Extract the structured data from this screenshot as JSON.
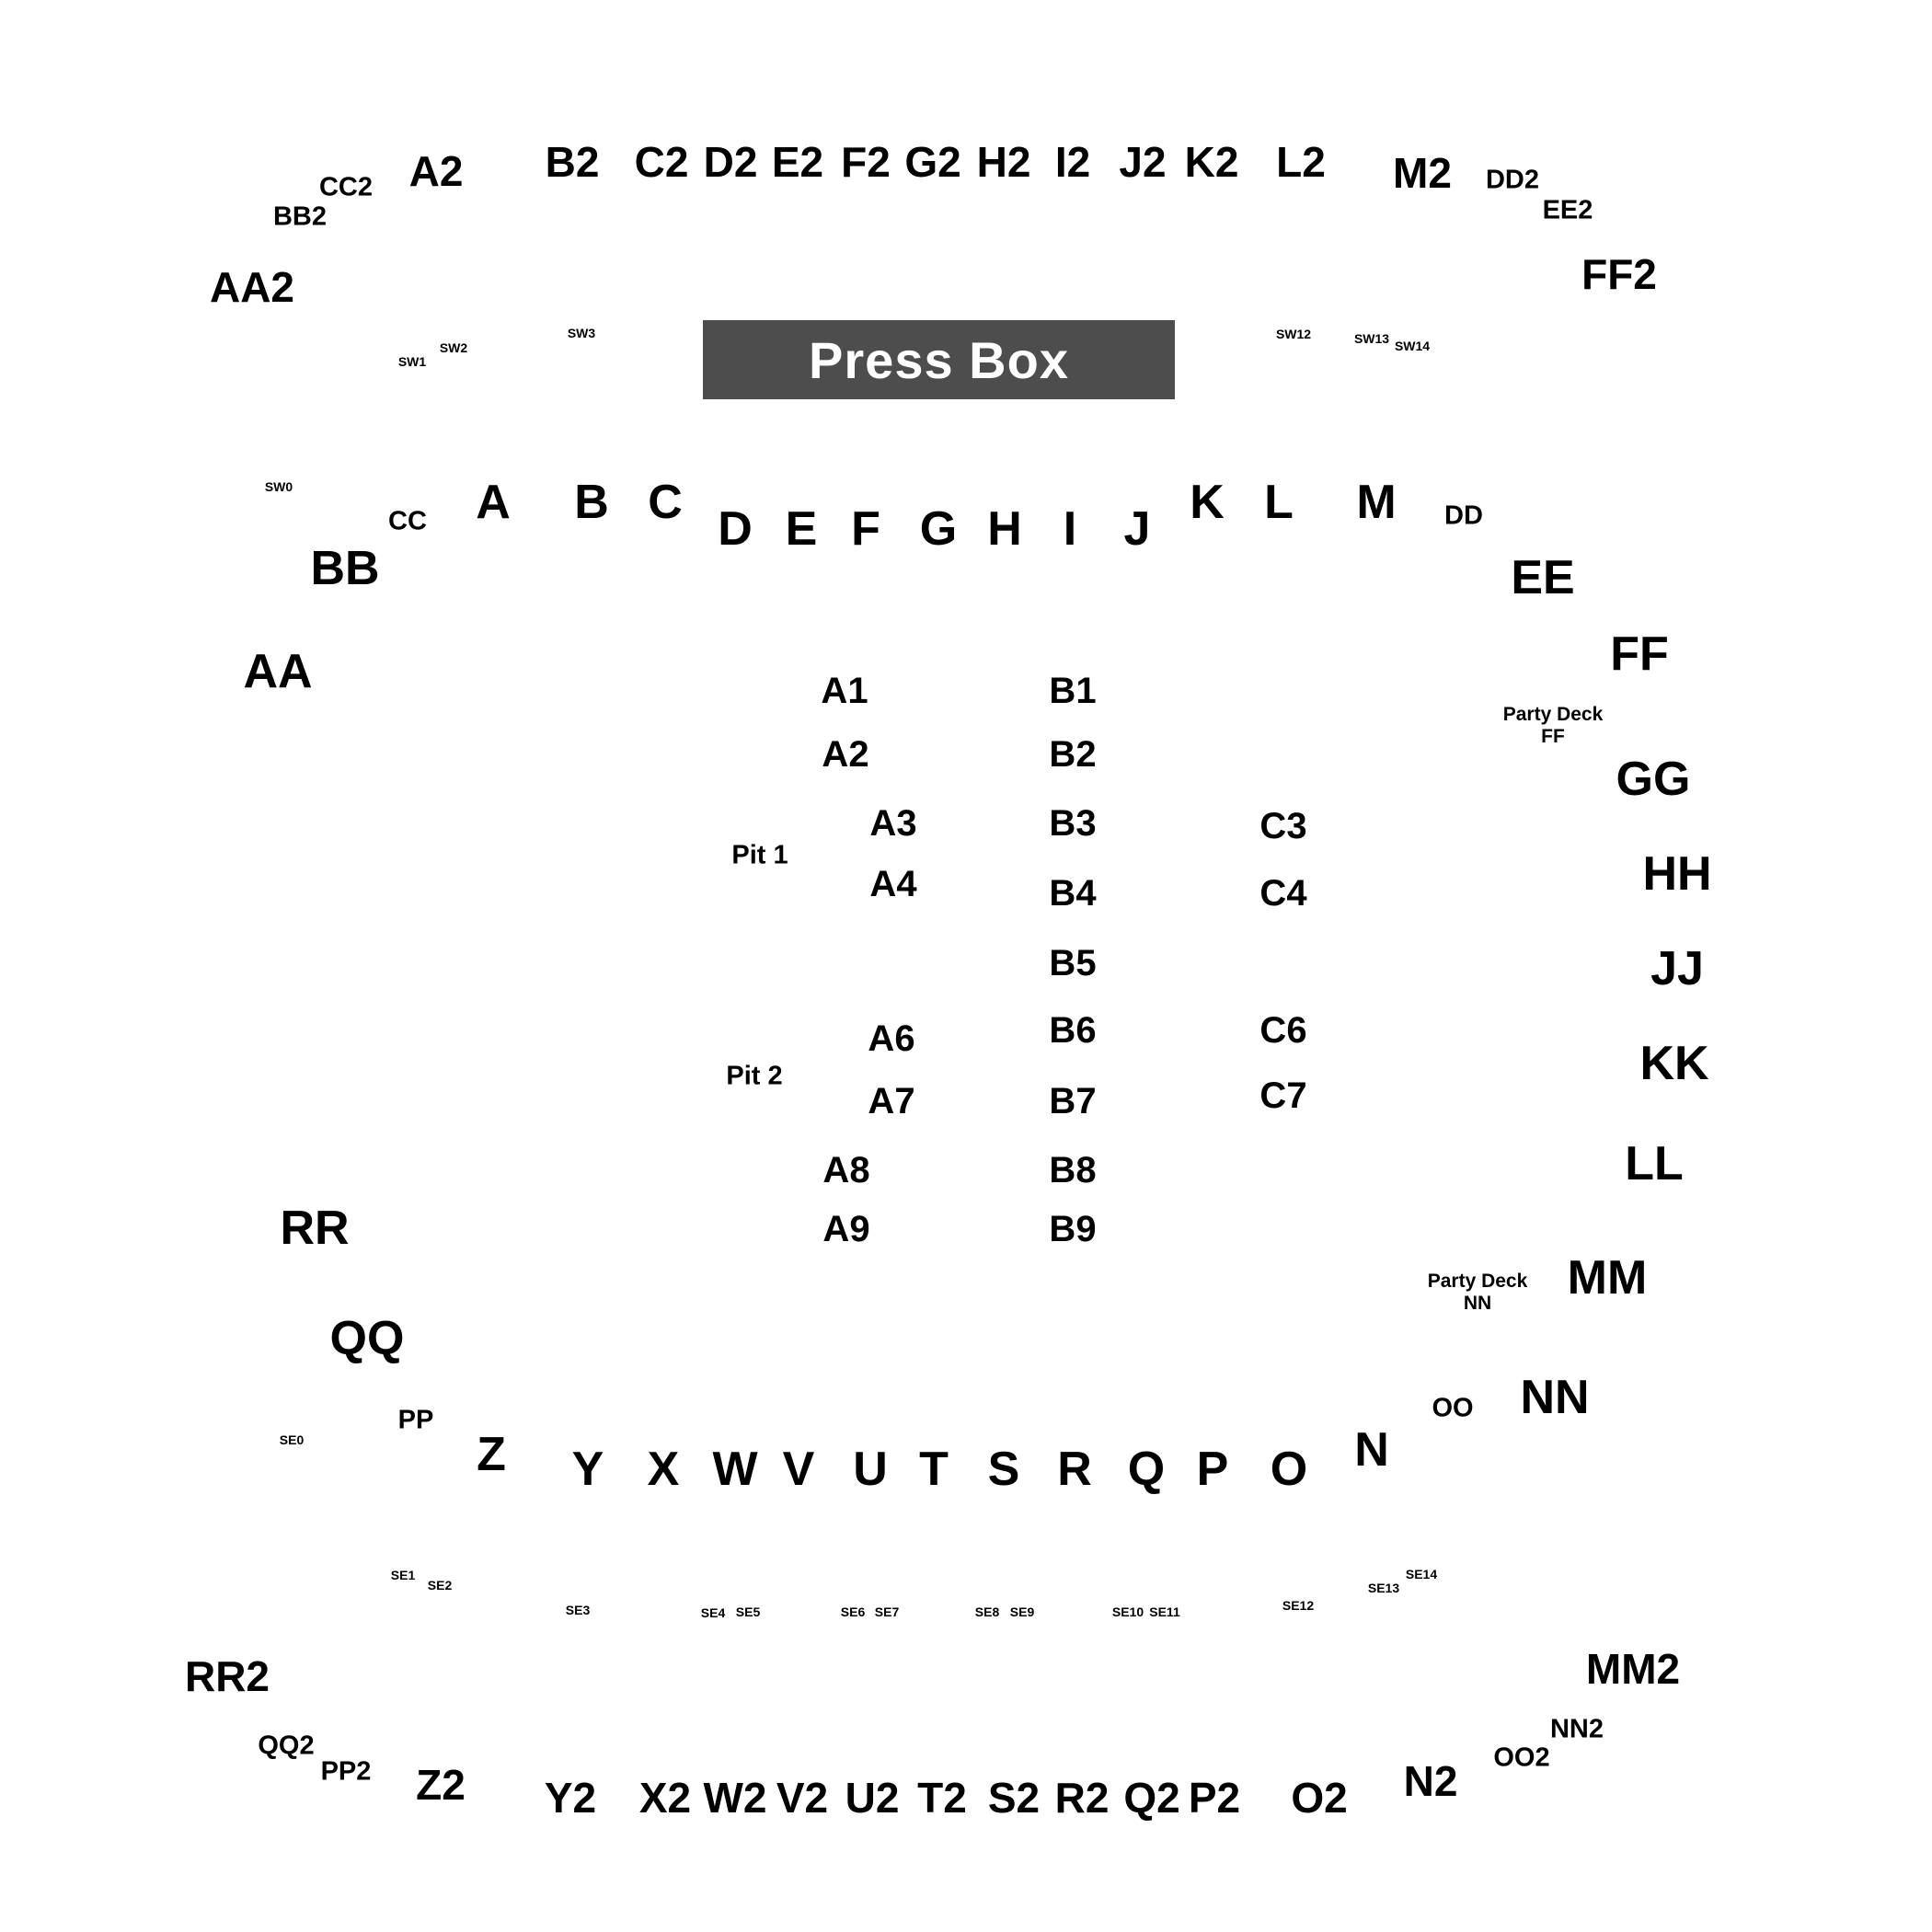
{
  "colors": {
    "background": "#ffffff",
    "text": "#000000",
    "press_box_fill": "#4d4d4d",
    "press_box_text": "#ffffff"
  },
  "press_box": {
    "label": "Press Box"
  },
  "pits": {
    "pit1": "Pit 1",
    "pit2": "Pit 2"
  },
  "party_decks": [
    {
      "line1": "Party Deck",
      "line2": "FF"
    },
    {
      "line1": "Party Deck",
      "line2": "NN"
    }
  ],
  "upper_top_sections": [
    "AA2",
    "BB2",
    "CC2",
    "A2",
    "B2",
    "C2",
    "D2",
    "E2",
    "F2",
    "G2",
    "H2",
    "I2",
    "J2",
    "K2",
    "L2",
    "M2",
    "DD2",
    "EE2",
    "FF2"
  ],
  "top_wheelchair": [
    "SW0",
    "SW1",
    "SW2",
    "SW3",
    "SW12",
    "SW13",
    "SW14"
  ],
  "lower_top_sections": [
    "AA",
    "BB",
    "CC",
    "A",
    "B",
    "C",
    "D",
    "E",
    "F",
    "G",
    "H",
    "I",
    "J",
    "K",
    "L",
    "M",
    "DD",
    "EE",
    "FF"
  ],
  "east_sections": [
    "GG",
    "HH",
    "JJ",
    "KK",
    "LL",
    "MM",
    "NN",
    "OO"
  ],
  "west_sections": [
    "RR",
    "QQ",
    "PP"
  ],
  "lower_bottom_sections": [
    "Z",
    "Y",
    "X",
    "W",
    "V",
    "U",
    "T",
    "S",
    "R",
    "Q",
    "P",
    "O",
    "N"
  ],
  "bottom_wheelchair": [
    "SE0",
    "SE1",
    "SE2",
    "SE3",
    "SE4",
    "SE5",
    "SE6",
    "SE7",
    "SE8",
    "SE9",
    "SE10",
    "SE11",
    "SE12",
    "SE13",
    "SE14"
  ],
  "upper_bottom_sections": [
    "RR2",
    "QQ2",
    "PP2",
    "Z2",
    "Y2",
    "X2",
    "W2",
    "V2",
    "U2",
    "T2",
    "S2",
    "R2",
    "Q2",
    "P2",
    "O2",
    "N2",
    "OO2",
    "NN2",
    "MM2"
  ],
  "floor_a": [
    "A1",
    "A2",
    "A3",
    "A4",
    "A6",
    "A7",
    "A8",
    "A9"
  ],
  "floor_b": [
    "B1",
    "B2",
    "B3",
    "B4",
    "B5",
    "B6",
    "B7",
    "B8",
    "B9"
  ],
  "floor_c": [
    "C3",
    "C4",
    "C6",
    "C7"
  ]
}
